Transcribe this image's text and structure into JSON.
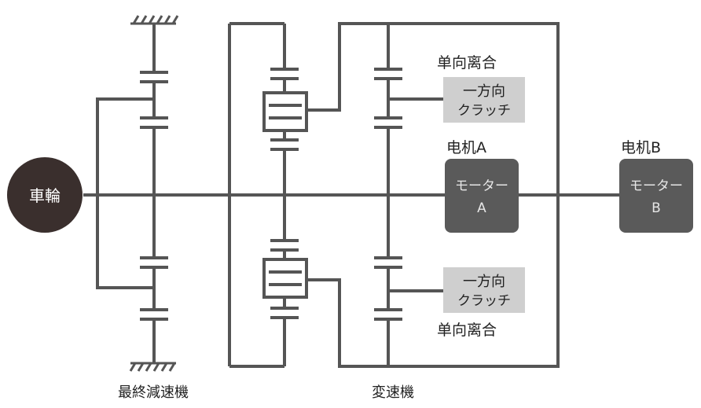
{
  "wheel": {
    "label": "車輪",
    "fill": "#3a2f2d",
    "text_color": "#ffffff"
  },
  "motor_a": {
    "caption": "电机A",
    "line1": "モーター",
    "line2": "A"
  },
  "motor_b": {
    "caption": "电机B",
    "line1": "モーター",
    "line2": "B"
  },
  "clutch_top": {
    "caption": "单向离合",
    "line1": "一方向",
    "line2": "クラッチ"
  },
  "clutch_bottom": {
    "caption": "单向离合",
    "line1": "一方向",
    "line2": "クラッチ"
  },
  "labels": {
    "final_reduction": "最終減速機",
    "transmission": "変速機"
  },
  "colors": {
    "line": "#555555",
    "motor_box": "#5a5a5a",
    "clutch_box": "#cfcfcf",
    "motor_text": "#e6e6e6"
  }
}
